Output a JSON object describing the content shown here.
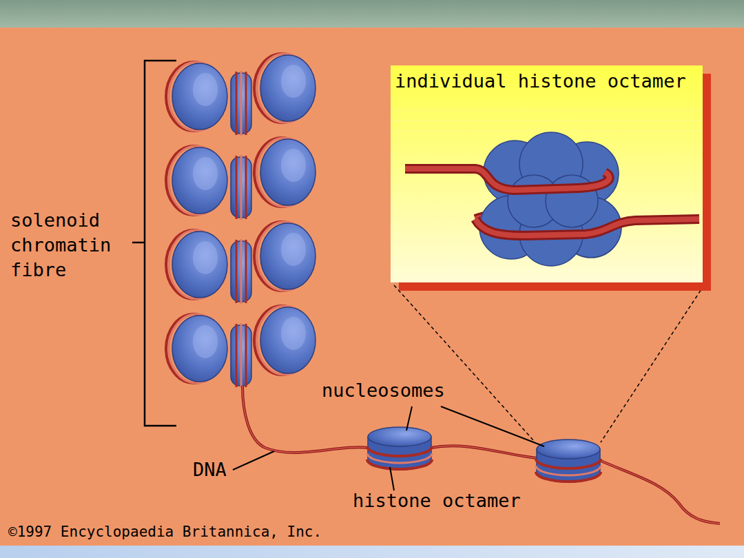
{
  "diagram": {
    "nodes": [
      {
        "text": [
          "individual histone octamer"
        ]
      }
    ],
    "labels": [
      "solenoid chromatin fibre",
      "nucleosomes",
      "DNA",
      "histone octamer",
      "©1997 Encyclopaedia Britannica, Inc."
    ]
  }
}
